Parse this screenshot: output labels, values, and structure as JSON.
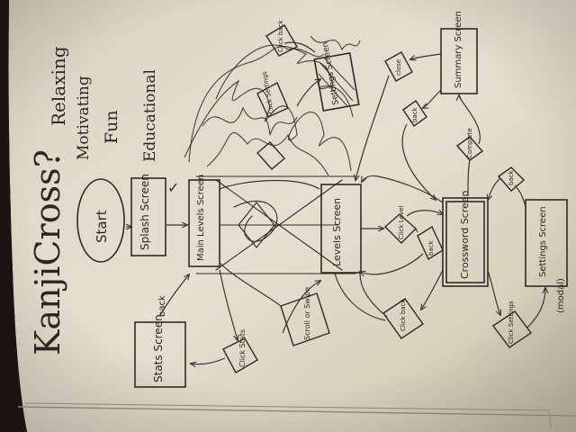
{
  "title": "KanjiCross?",
  "goals": [
    "Relaxing",
    "Motivating",
    "Fun",
    "Educational"
  ],
  "nodes": {
    "start": "Start",
    "splash": "Splash Screen",
    "main_levels": "Main Levels Screen",
    "levels": "Levels Screen",
    "stats": "Stats Screen",
    "crossword": "Crossword Screen",
    "summary": "Summary Screen",
    "settings_modal": "Settings Screen",
    "settings_modal_note": "(modal)",
    "settings_top": "Settings Screen",
    "click_stats": "Click Stats",
    "click_level": "Click Level",
    "scroll_swipe": "Scroll or Swipe",
    "click_settings_top": "Click Settings",
    "click_back_top": "Click back",
    "click_settings_bottom": "Click Settings",
    "click_back_bottom": "Click back",
    "back_mid": "back",
    "complete": "Complete",
    "back_right": "back",
    "close": "close",
    "back_small": "back",
    "back_label": "back",
    "check": "✓"
  }
}
